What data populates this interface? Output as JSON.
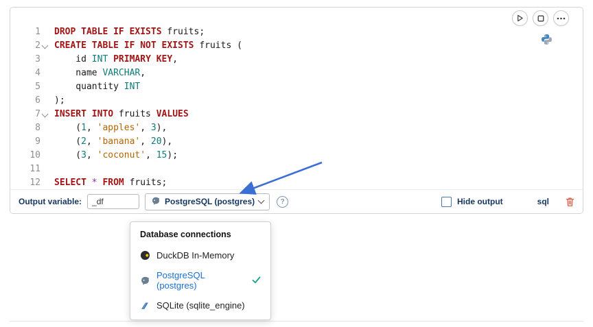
{
  "colors": {
    "kw": "#a31515",
    "ty": "#0e7b7b",
    "num": "#0e7b7b",
    "str": "#b26500",
    "op": "#8b2fa8",
    "navy": "#16355d",
    "menu_sel": "#1a6fd4",
    "trash": "#e25744",
    "arrow": "#3b6fd4",
    "check": "#1a9c8c"
  },
  "cell": {
    "toolbar_icons": [
      "play-icon",
      "stop-icon",
      "ellipsis-icon"
    ],
    "kernel_icon": "python-icon",
    "code": {
      "lines": [
        {
          "n": "1",
          "fold": false,
          "tokens": [
            {
              "t": "DROP TABLE IF EXISTS",
              "c": "kw"
            },
            {
              "t": " fruits;",
              "c": "pl"
            }
          ]
        },
        {
          "n": "2",
          "fold": true,
          "tokens": [
            {
              "t": "CREATE TABLE IF NOT EXISTS",
              "c": "kw"
            },
            {
              "t": " fruits (",
              "c": "pl"
            }
          ]
        },
        {
          "n": "3",
          "fold": false,
          "tokens": [
            {
              "t": "    id ",
              "c": "pl"
            },
            {
              "t": "INT",
              "c": "ty"
            },
            {
              "t": " ",
              "c": "pl"
            },
            {
              "t": "PRIMARY KEY",
              "c": "kw"
            },
            {
              "t": ",",
              "c": "pl"
            }
          ]
        },
        {
          "n": "4",
          "fold": false,
          "tokens": [
            {
              "t": "    name ",
              "c": "pl"
            },
            {
              "t": "VARCHAR",
              "c": "ty"
            },
            {
              "t": ",",
              "c": "pl"
            }
          ]
        },
        {
          "n": "5",
          "fold": false,
          "tokens": [
            {
              "t": "    quantity ",
              "c": "pl"
            },
            {
              "t": "INT",
              "c": "ty"
            }
          ]
        },
        {
          "n": "6",
          "fold": false,
          "tokens": [
            {
              "t": ");",
              "c": "pl"
            }
          ]
        },
        {
          "n": "7",
          "fold": true,
          "tokens": [
            {
              "t": "INSERT INTO",
              "c": "kw"
            },
            {
              "t": " fruits ",
              "c": "pl"
            },
            {
              "t": "VALUES",
              "c": "kw"
            }
          ]
        },
        {
          "n": "8",
          "fold": false,
          "tokens": [
            {
              "t": "    (",
              "c": "pl"
            },
            {
              "t": "1",
              "c": "num"
            },
            {
              "t": ", ",
              "c": "pl"
            },
            {
              "t": "'apples'",
              "c": "str"
            },
            {
              "t": ", ",
              "c": "pl"
            },
            {
              "t": "3",
              "c": "num"
            },
            {
              "t": "),",
              "c": "pl"
            }
          ]
        },
        {
          "n": "9",
          "fold": false,
          "tokens": [
            {
              "t": "    (",
              "c": "pl"
            },
            {
              "t": "2",
              "c": "num"
            },
            {
              "t": ", ",
              "c": "pl"
            },
            {
              "t": "'banana'",
              "c": "str"
            },
            {
              "t": ", ",
              "c": "pl"
            },
            {
              "t": "20",
              "c": "num"
            },
            {
              "t": "),",
              "c": "pl"
            }
          ]
        },
        {
          "n": "10",
          "fold": false,
          "tokens": [
            {
              "t": "    (",
              "c": "pl"
            },
            {
              "t": "3",
              "c": "num"
            },
            {
              "t": ", ",
              "c": "pl"
            },
            {
              "t": "'coconut'",
              "c": "str"
            },
            {
              "t": ", ",
              "c": "pl"
            },
            {
              "t": "15",
              "c": "num"
            },
            {
              "t": ");",
              "c": "pl"
            }
          ]
        },
        {
          "n": "11",
          "fold": false,
          "tokens": []
        },
        {
          "n": "12",
          "fold": false,
          "tokens": [
            {
              "t": "SELECT",
              "c": "kw"
            },
            {
              "t": " ",
              "c": "pl"
            },
            {
              "t": "*",
              "c": "op"
            },
            {
              "t": " ",
              "c": "pl"
            },
            {
              "t": "FROM",
              "c": "kw"
            },
            {
              "t": " fruits;",
              "c": "pl"
            }
          ]
        }
      ]
    },
    "footer": {
      "output_variable_label": "Output variable:",
      "output_variable_value": "_df",
      "connection_label": "PostgreSQL (postgres)",
      "connection_icon": "elephant-icon",
      "help_icon_text": "?",
      "hide_output_label": "Hide output",
      "language_label": "sql",
      "delete_icon": "trash-icon"
    }
  },
  "menu": {
    "header": "Database connections",
    "items": [
      {
        "label": "DuckDB In-Memory",
        "icon": "duckdb-icon",
        "selected": false
      },
      {
        "label": "PostgreSQL (postgres)",
        "icon": "postgres-icon",
        "selected": true
      },
      {
        "label": "SQLite (sqlite_engine)",
        "icon": "sqlite-icon",
        "selected": false
      }
    ]
  }
}
